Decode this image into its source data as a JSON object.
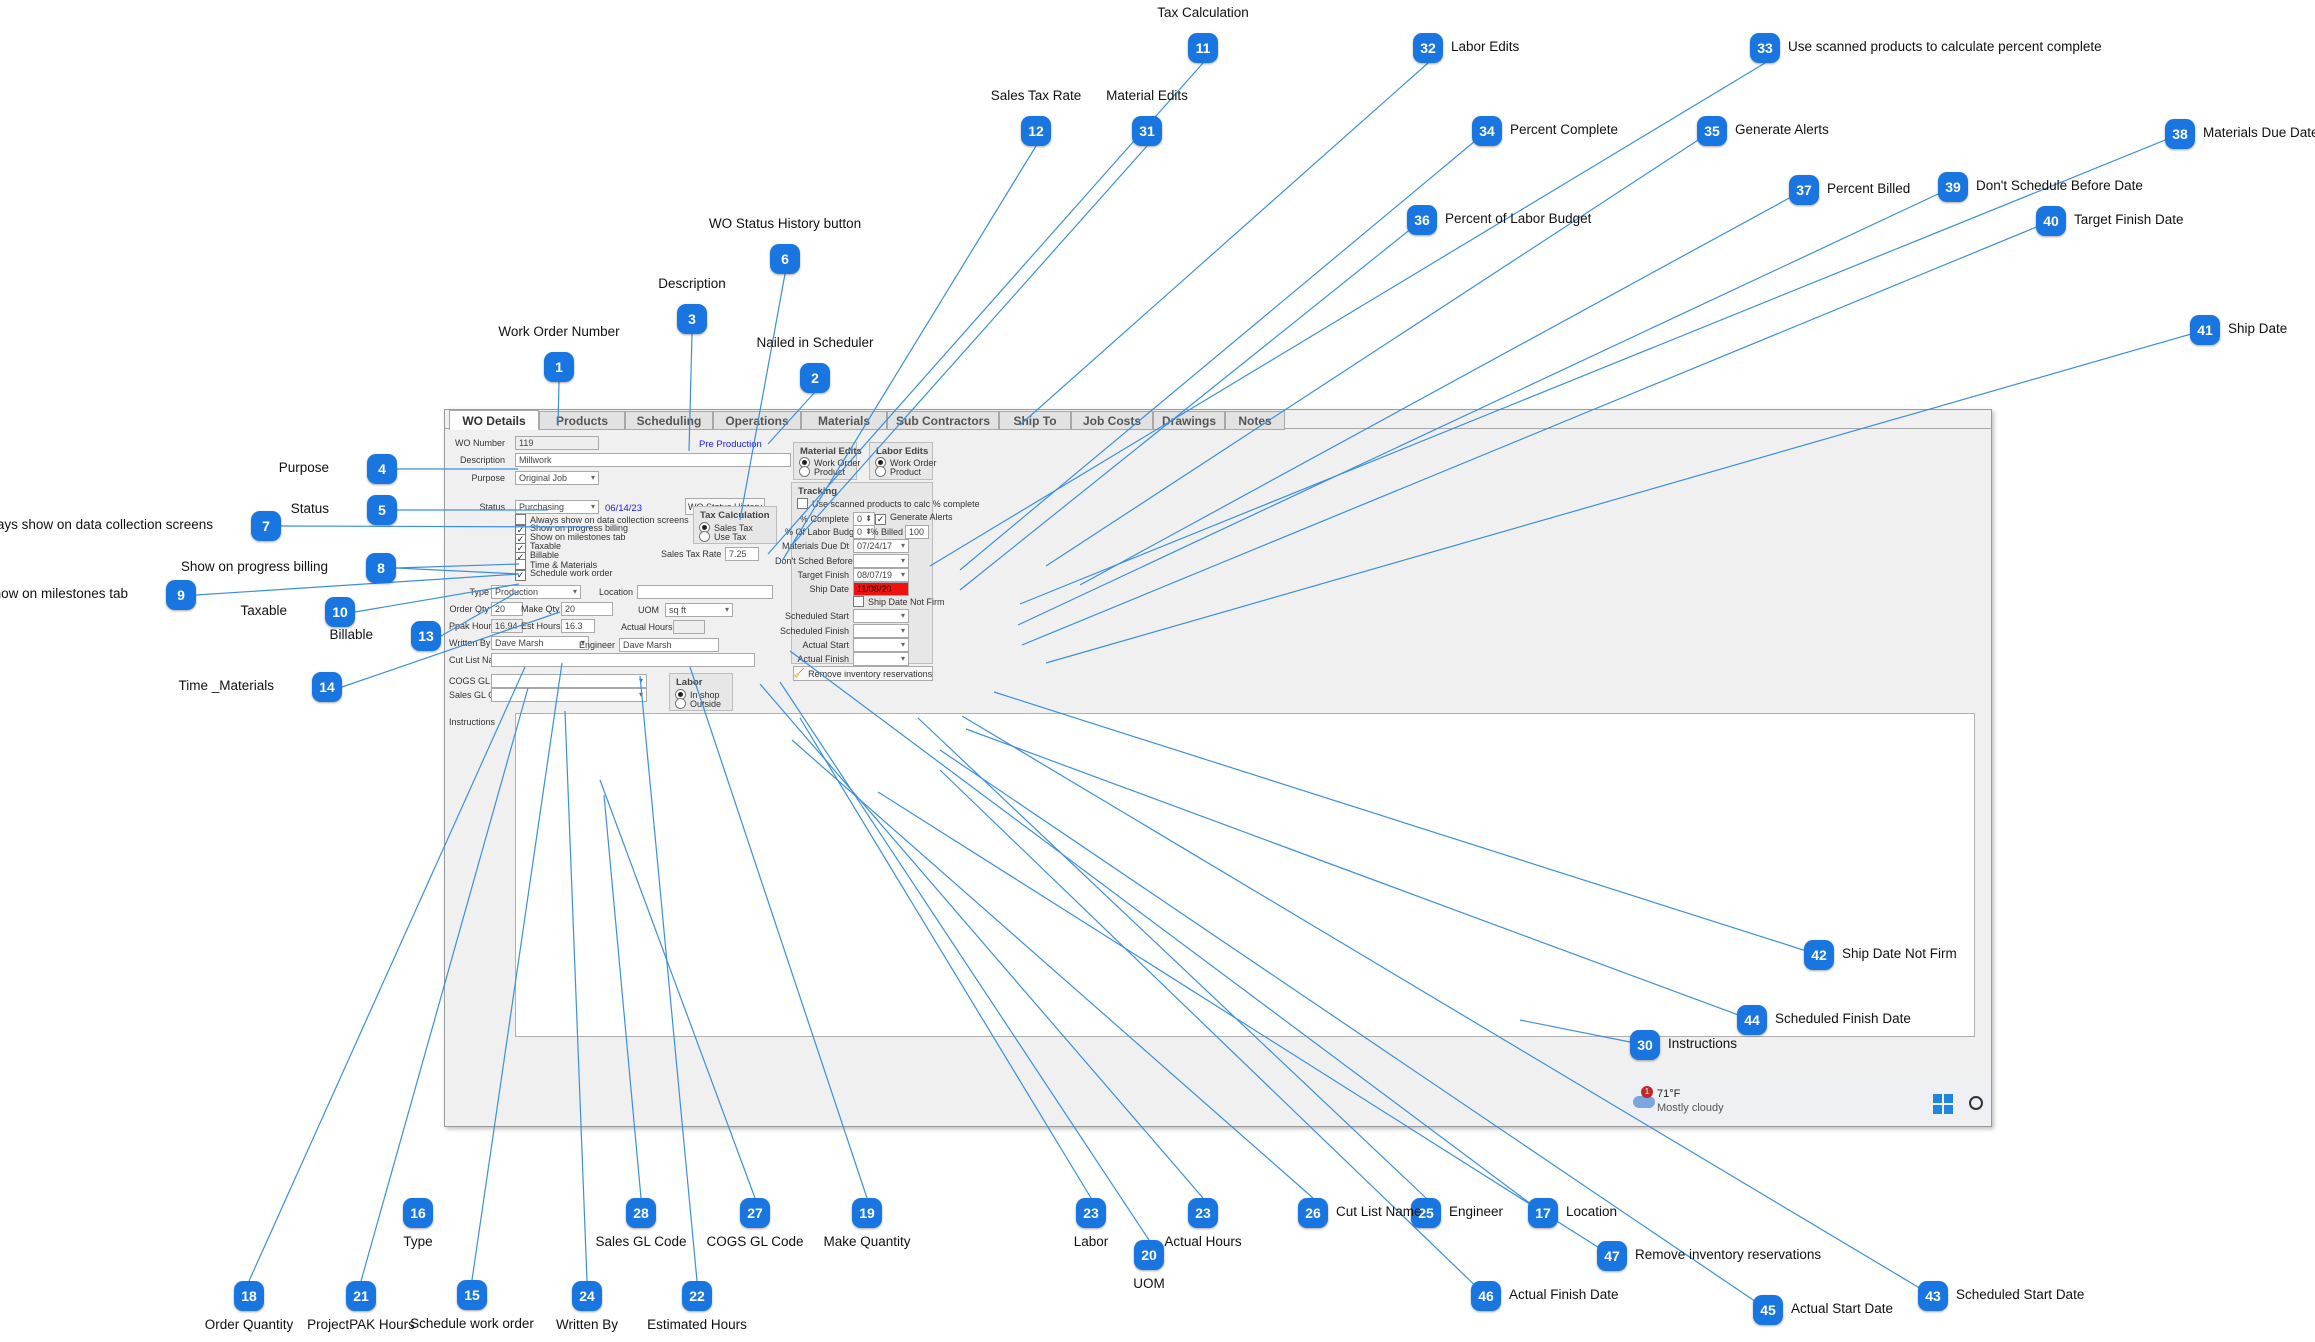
{
  "tabs": [
    "WO Details",
    "Products",
    "Scheduling",
    "Operations",
    "Materials",
    "Sub Contractors",
    "Ship To",
    "Job Costs",
    "Drawings",
    "Notes"
  ],
  "form": {
    "wo_number_label": "WO Number",
    "wo_number": "119",
    "stage_link": "Pre Production",
    "description_label": "Description",
    "description": "Millwork",
    "purpose_label": "Purpose",
    "purpose": "Original Job",
    "status_label": "Status",
    "status": "Purchasing",
    "status_date": "06/14/23",
    "wo_status_history_button": "WO Status History",
    "checkboxes": [
      {
        "label": "Always show on data collection screens",
        "checked": false
      },
      {
        "label": "Show on progress billing",
        "checked": true
      },
      {
        "label": "Show on milestones tab",
        "checked": true
      },
      {
        "label": "Taxable",
        "checked": true
      },
      {
        "label": "Billable",
        "checked": true
      },
      {
        "label": "Time & Materials",
        "checked": false
      },
      {
        "label": "Schedule work order",
        "checked": true
      }
    ],
    "tax_calc_title": "Tax Calculation",
    "tax_sales": "Sales Tax",
    "tax_use": "Use Tax",
    "sales_tax_rate_label": "Sales Tax Rate",
    "sales_tax_rate": "7.25",
    "type_label": "Type",
    "type": "Production",
    "location_label": "Location",
    "location": "",
    "order_qty_label": "Order Qty",
    "order_qty": "20",
    "make_qty_label": "Make Qty",
    "make_qty": "20",
    "uom_label": "UOM",
    "uom": "sq ft",
    "ppak_hours_label": "Ppak Hours",
    "ppak_hours": "16.94",
    "est_hours_label": "Est Hours",
    "est_hours": "16.3",
    "actual_hours_label": "Actual Hours",
    "actual_hours": "",
    "written_by_label": "Written By",
    "written_by": "Dave Marsh",
    "engineer_label": "Engineer",
    "engineer": "Dave Marsh",
    "cut_list_label": "Cut List Name",
    "cut_list": "",
    "cogs_gl_label": "COGS GL Code",
    "sales_gl_label": "Sales GL Code",
    "labor_title": "Labor",
    "labor_inshop": "In shop",
    "labor_outside": "Outside",
    "instructions_label": "Instructions",
    "material_edits_title": "Material Edits",
    "material_wo": "Work Order",
    "material_product": "Product",
    "labor_edits_title": "Labor Edits",
    "labor_wo": "Work Order",
    "labor_product": "Product",
    "tracking_title": "Tracking",
    "use_scanned_label": "Use scanned products to calc % complete",
    "pct_complete_label": "% Complete",
    "pct_complete": "0",
    "generate_alerts_label": "Generate Alerts",
    "pct_labor_label": "% Of Labor Budget",
    "pct_labor": "0",
    "pct_billed_label": "% Billed",
    "pct_billed": "100",
    "materials_due_label": "Materials Due Dt",
    "materials_due": "07/24/17",
    "dont_sched_label": "Don't Sched Before",
    "target_finish_label": "Target Finish",
    "target_finish": "08/07/19",
    "ship_date_label": "Ship Date",
    "ship_date": "11/08/20",
    "ship_not_firm_label": "Ship Date Not Firm",
    "sched_start_label": "Scheduled Start",
    "sched_finish_label": "Scheduled Finish",
    "actual_start_label": "Actual Start",
    "actual_finish_label": "Actual Finish",
    "remove_inventory_button": "Remove inventory reservations"
  },
  "weather": {
    "badge": "1",
    "temp": "71°F",
    "condition": "Mostly cloudy"
  },
  "callouts": [
    {
      "num": "1",
      "label": "Work Order Number"
    },
    {
      "num": "2",
      "label": "Nailed in Scheduler"
    },
    {
      "num": "3",
      "label": "Description"
    },
    {
      "num": "4",
      "label": "Purpose"
    },
    {
      "num": "5",
      "label": "Status"
    },
    {
      "num": "6",
      "label": "WO Status History button"
    },
    {
      "num": "7",
      "label": "Always show on data collection screens"
    },
    {
      "num": "8",
      "label": "Show on progress billing"
    },
    {
      "num": "9",
      "label": "Show on milestones tab"
    },
    {
      "num": "10",
      "label": "Taxable"
    },
    {
      "num": "11",
      "label": "Tax Calculation"
    },
    {
      "num": "12",
      "label": "Sales Tax Rate"
    },
    {
      "num": "13",
      "label": "Billable"
    },
    {
      "num": "14",
      "label": "Time _Materials"
    },
    {
      "num": "15",
      "label": "Schedule work order"
    },
    {
      "num": "16",
      "label": "Type"
    },
    {
      "num": "17",
      "label": "Location"
    },
    {
      "num": "18",
      "label": "Order Quantity"
    },
    {
      "num": "19",
      "label": "Make Quantity"
    },
    {
      "num": "20",
      "label": "UOM"
    },
    {
      "num": "21",
      "label": "ProjectPAK Hours"
    },
    {
      "num": "22",
      "label": "Estimated Hours"
    },
    {
      "num": "23",
      "label": "Actual Hours"
    },
    {
      "num": "23",
      "label": "Labor"
    },
    {
      "num": "24",
      "label": "Written By"
    },
    {
      "num": "25",
      "label": "Engineer"
    },
    {
      "num": "26",
      "label": "Cut List Name"
    },
    {
      "num": "27",
      "label": "COGS GL Code"
    },
    {
      "num": "28",
      "label": "Sales GL Code"
    },
    {
      "num": "30",
      "label": "Instructions"
    },
    {
      "num": "31",
      "label": "Material Edits"
    },
    {
      "num": "32",
      "label": "Labor Edits"
    },
    {
      "num": "33",
      "label": "Use scanned products to calculate percent complete"
    },
    {
      "num": "34",
      "label": "Percent Complete"
    },
    {
      "num": "35",
      "label": "Generate Alerts"
    },
    {
      "num": "36",
      "label": "Percent of Labor Budget"
    },
    {
      "num": "37",
      "label": "Percent Billed"
    },
    {
      "num": "38",
      "label": "Materials Due Date"
    },
    {
      "num": "39",
      "label": "Don't Schedule Before Date"
    },
    {
      "num": "40",
      "label": "Target Finish Date"
    },
    {
      "num": "41",
      "label": "Ship Date"
    },
    {
      "num": "42",
      "label": "Ship Date Not Firm"
    },
    {
      "num": "43",
      "label": "Scheduled Start Date"
    },
    {
      "num": "44",
      "label": "Scheduled Finish Date"
    },
    {
      "num": "45",
      "label": "Actual Start Date"
    },
    {
      "num": "46",
      "label": "Actual Finish Date"
    },
    {
      "num": "47",
      "label": "Remove inventory reservations"
    }
  ],
  "colors": {
    "badge": "#1976e0",
    "line": "#3c8fe0",
    "ship_date_bg": "#ee1111",
    "link": "#1a1aee"
  }
}
